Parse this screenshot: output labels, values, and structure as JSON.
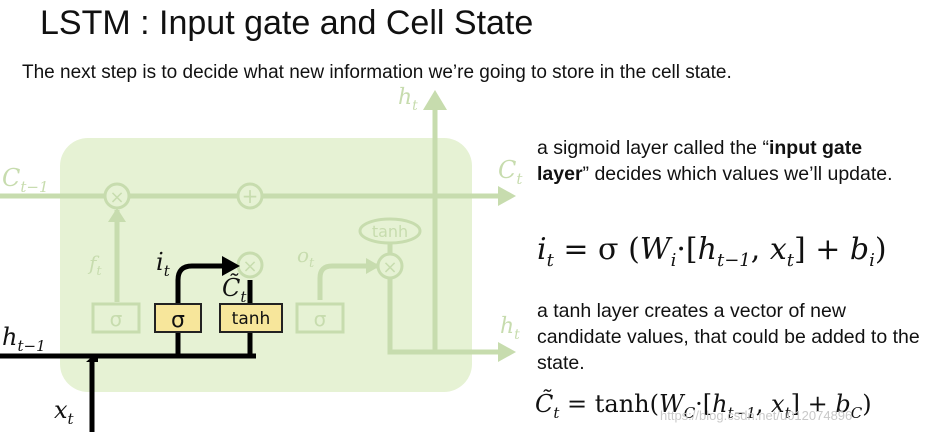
{
  "slide": {
    "title": "LSTM : Input gate and Cell State",
    "intro": "The next step is to decide what new information we’re going to store in the cell state."
  },
  "diagram": {
    "labels": {
      "c_prev": "C",
      "c_prev_sub": "t−1",
      "c_next": "C",
      "c_next_sub": "t",
      "h_top": "h",
      "h_top_sub": "t",
      "h_prev": "h",
      "h_prev_sub": "t−1",
      "h_out": "h",
      "h_out_sub": "t",
      "x_in": "x",
      "x_in_sub": "t",
      "f": "f",
      "f_sub": "t",
      "i": "i",
      "i_sub": "t",
      "o": "o",
      "o_sub": "t",
      "c_tilde": "C̃",
      "c_tilde_sub": "t"
    },
    "ops": {
      "times": "×",
      "plus": "+",
      "tanh": "tanh",
      "sigma": "σ"
    },
    "colors": {
      "cell_fill": "#e6f2d4",
      "faded": "#c7dcae",
      "box_fill": "#f7e69b",
      "box_border": "#222222",
      "line": "#000000"
    }
  },
  "annotations": {
    "input_gate_pre": "a sigmoid layer called the “",
    "input_gate_bold": "input gate layer",
    "input_gate_post": "” decides which values we’ll update.",
    "tanh_layer": "a tanh layer creates a vector of new candidate values, that could be added to the state."
  },
  "equations": {
    "eq1": {
      "lhs": "i",
      "lhs_sub": "t",
      "eq": " = σ (",
      "W": "W",
      "W_sub": "i",
      "dot": "·[",
      "h": "h",
      "h_sub": "t−1",
      "comma": ", ",
      "x": "x",
      "x_sub": "t",
      "close": "]  +  ",
      "b": "b",
      "b_sub": "i",
      "end": ")"
    },
    "eq2": {
      "lhs": "C̃",
      "lhs_sub": "t",
      "eq": " = tanh(",
      "W": "W",
      "W_sub": "C",
      "dot": "·[",
      "h": "h",
      "h_sub": "t−1",
      "comma": ", ",
      "x": "x",
      "x_sub": "t",
      "close": "]  +  ",
      "b": "b",
      "b_sub": "C",
      "end": ")"
    }
  },
  "watermark": "https://blog.csdn.net/u012074896"
}
